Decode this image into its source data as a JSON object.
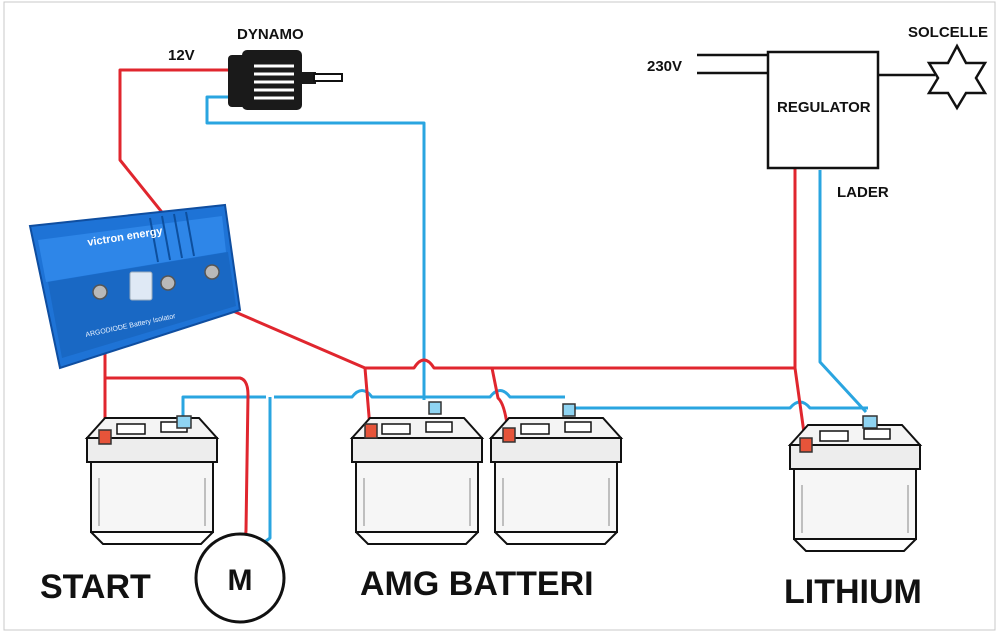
{
  "labels": {
    "dynamo": "DYNAMO",
    "voltage_12": "12V",
    "voltage_230": "230V",
    "solar": "SOLCELLE",
    "regulator": "REGULATOR",
    "charger": "LADER",
    "start": "START",
    "motor": "M",
    "amg": "AMG BATTERI",
    "lithium": "LITHIUM"
  },
  "isolator": {
    "brand": "victron energy",
    "product": "ARGODIODE Battery Isolator"
  },
  "colors": {
    "positive_wire": "#e0262e",
    "negative_wire": "#2aa5e0",
    "ac_wire": "#111111",
    "isolator_body": "#1e73d6"
  }
}
